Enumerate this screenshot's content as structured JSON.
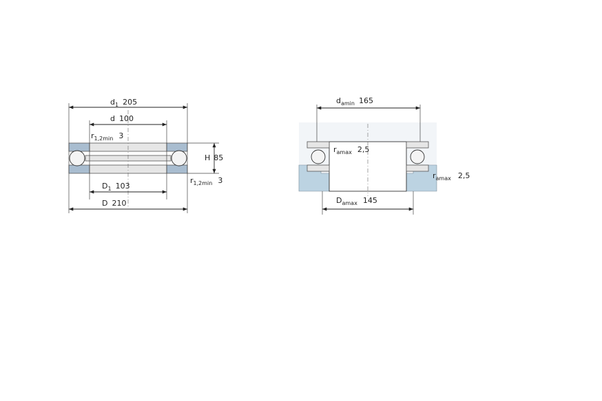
{
  "left": {
    "d1": {
      "sym": "d",
      "sub": "1",
      "val": "205"
    },
    "d": {
      "sym": "d",
      "val": "100"
    },
    "r_top": {
      "sym": "r",
      "sub": "1,2min",
      "val": "3"
    },
    "H": {
      "sym": "H",
      "val": "85"
    },
    "r_bot": {
      "sym": "r",
      "sub": "1,2min",
      "val": "3"
    },
    "D1": {
      "sym": "D",
      "sub": "1",
      "val": "103"
    },
    "D": {
      "sym": "D",
      "val": "210"
    }
  },
  "right": {
    "damin": {
      "sym": "d",
      "sub": "amin",
      "val": "165"
    },
    "ramax_in": {
      "sym": "r",
      "sub": "amax",
      "val": "2,5"
    },
    "ramax_out": {
      "sym": "r",
      "sub": "amax",
      "val": "2,5"
    },
    "Damax": {
      "sym": "D",
      "sub": "amax",
      "val": "145"
    }
  }
}
